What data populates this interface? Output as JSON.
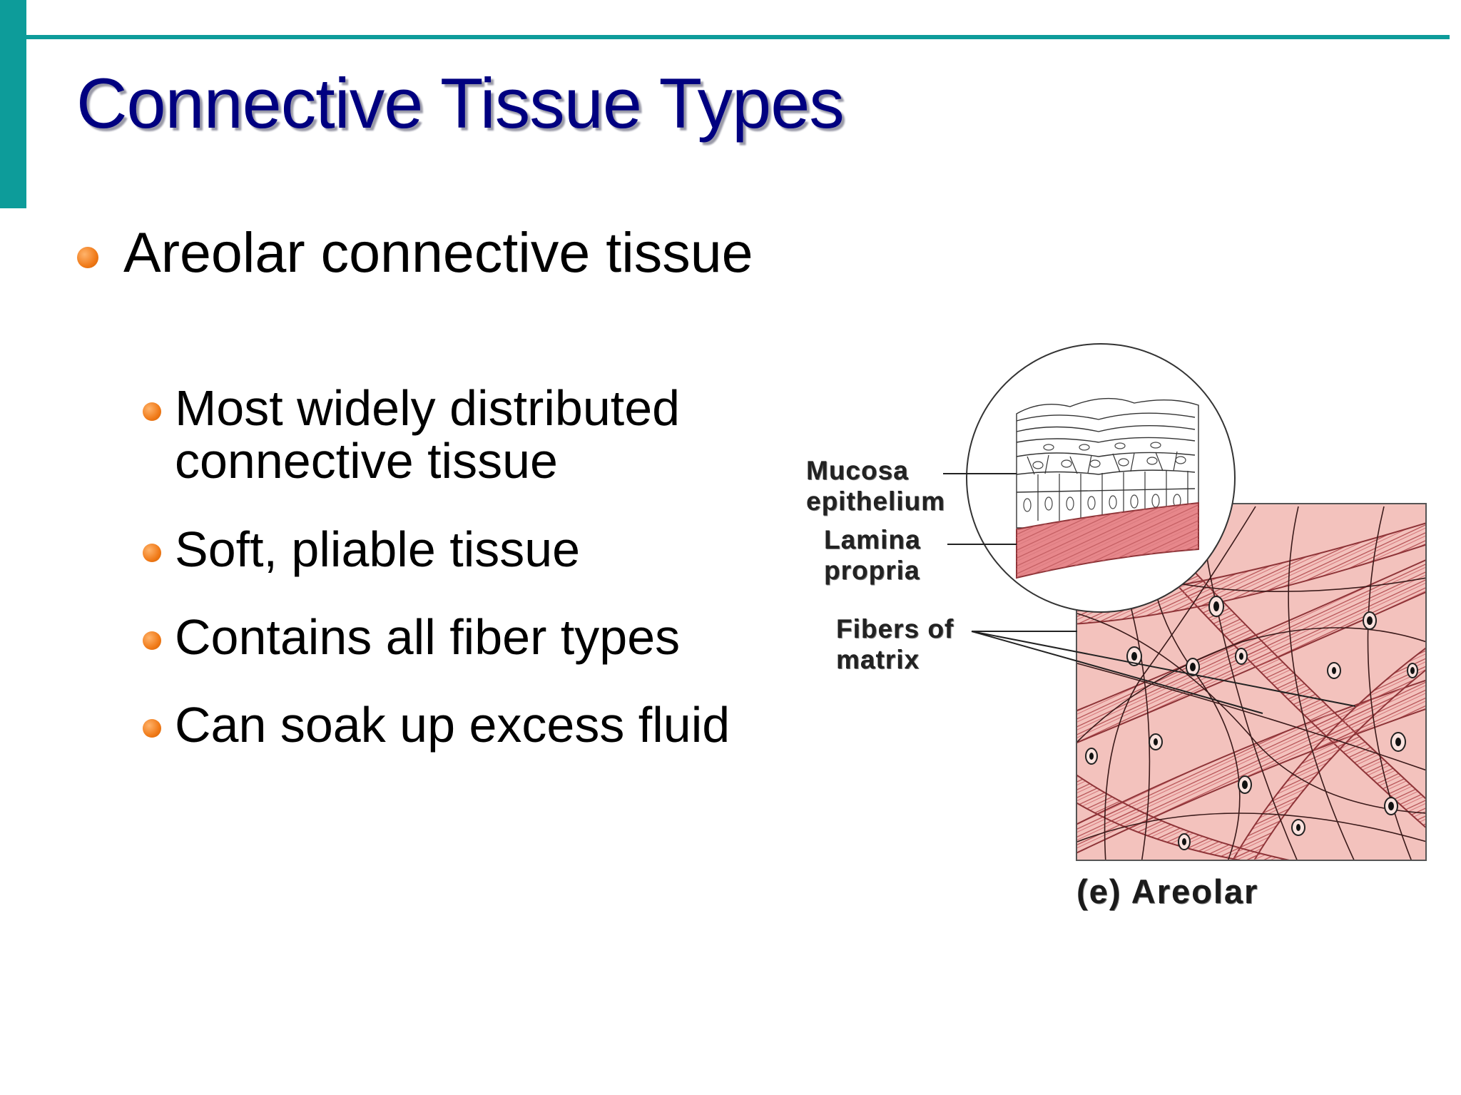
{
  "slide": {
    "title": "Connective Tissue Types",
    "bullet": {
      "text": "Areolar connective tissue"
    },
    "sub_bullets": [
      "Most widely distributed connective tissue",
      "Soft, pliable tissue",
      "Contains all fiber types",
      "Can soak up excess fluid"
    ]
  },
  "figure": {
    "labels": {
      "mucosa_epithelium": "Mucosa epithelium",
      "lamina_propria": "Lamina propria",
      "fibers_of_matrix": "Fibers of matrix"
    },
    "caption": "(e) Areolar"
  },
  "colors": {
    "accent_teal": "#0d9c9a",
    "title_navy": "#000080",
    "bullet_orange": "#f07a18",
    "tissue_pink": "#f3c2bd",
    "fiber_red": "#c8585a"
  }
}
